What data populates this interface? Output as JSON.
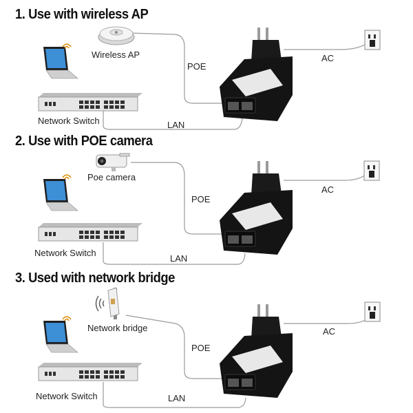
{
  "sections": [
    {
      "title": "1. Use with wireless AP",
      "device_label": "Wireless AP",
      "switch_label": "Network Switch",
      "poe_label": "POE",
      "lan_label": "LAN",
      "ac_label": "AC"
    },
    {
      "title": "2. Use with POE camera",
      "device_label": "Poe camera",
      "switch_label": "Network Switch",
      "poe_label": "POE",
      "lan_label": "LAN",
      "ac_label": "AC"
    },
    {
      "title": "3. Used with network bridge",
      "device_label": "Network bridge",
      "switch_label": "Network Switch",
      "poe_label": "POE",
      "lan_label": "LAN",
      "ac_label": "AC"
    }
  ],
  "colors": {
    "wire": "#9a9a9a",
    "adapter": "#141414",
    "switch_body": "#e6e6e6",
    "laptop_screen": "#3d8fd6"
  },
  "icons": [
    "laptop-icon",
    "wifi-icon",
    "network-switch-icon",
    "wireless-ap-icon",
    "poe-camera-icon",
    "network-bridge-icon",
    "poe-adapter-icon",
    "wall-outlet-icon"
  ]
}
